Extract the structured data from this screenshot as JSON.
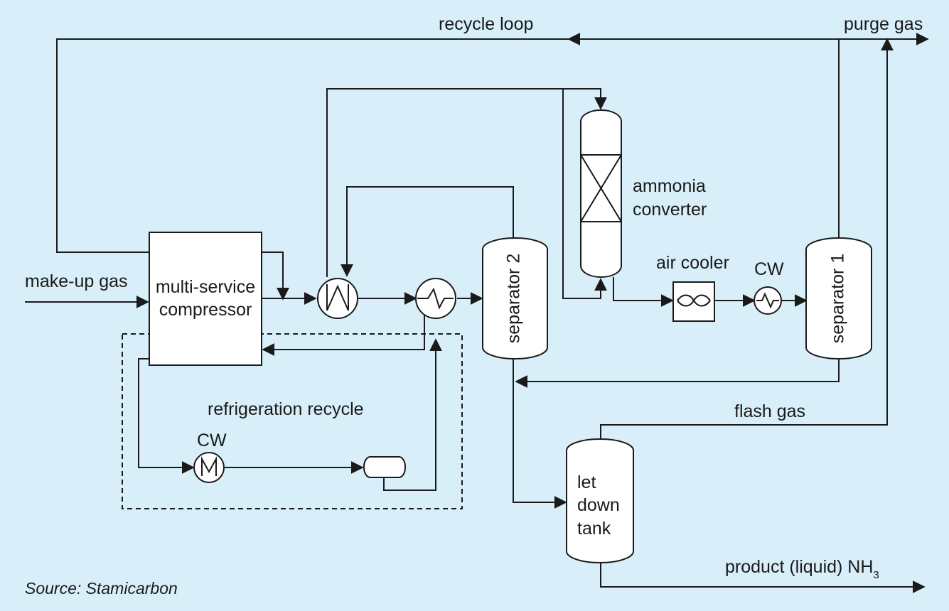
{
  "labels": {
    "recycle_loop": "recycle loop",
    "purge_gas": "purge gas",
    "make_up_gas": "make-up gas",
    "compressor_line1": "multi-service",
    "compressor_line2": "compressor",
    "ammonia_converter_line1": "ammonia",
    "ammonia_converter_line2": "converter",
    "air_cooler": "air cooler",
    "cw_main": "CW",
    "cw_refrigeration": "CW",
    "separator_1": "separator 1",
    "separator_2": "separator 2",
    "refrigeration_recycle": "refrigeration recycle",
    "flash_gas": "flash gas",
    "let_down_tank_line1": "let",
    "let_down_tank_line2": "down",
    "let_down_tank_line3": "tank",
    "product_text": "product (liquid) NH",
    "product_subscript": "3",
    "source": "Source: Stamicarbon"
  },
  "colors": {
    "background": "#d8eff9",
    "line": "#1a1a1a",
    "equipment_fill": "#ffffff"
  }
}
